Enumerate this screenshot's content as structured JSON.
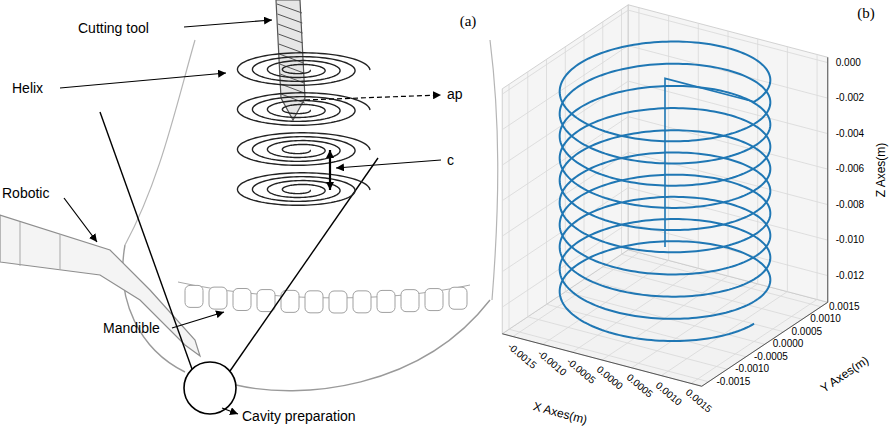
{
  "diagram": {
    "labels": [
      "(a)",
      "Cutting tool",
      "Helix",
      "ap",
      "c",
      "Robotic",
      "Mandible",
      "Cavity preparation",
      "(b)",
      "0.000",
      "-0.002",
      "-0.004",
      "-0.006",
      "-0.008",
      "-0.010",
      "-0.012",
      "Z Axes(m)",
      "0.0015",
      "0.0010",
      "0.0005",
      "0.0000",
      "-0.0005",
      "-0.0010",
      "-0.0015",
      "Y Axes(m)",
      "-0.0015",
      "-0.0010",
      "-0.0005",
      "0.0000",
      "0.0005",
      "0.0010",
      "0.0015",
      "X Axes(m)"
    ]
  }
}
